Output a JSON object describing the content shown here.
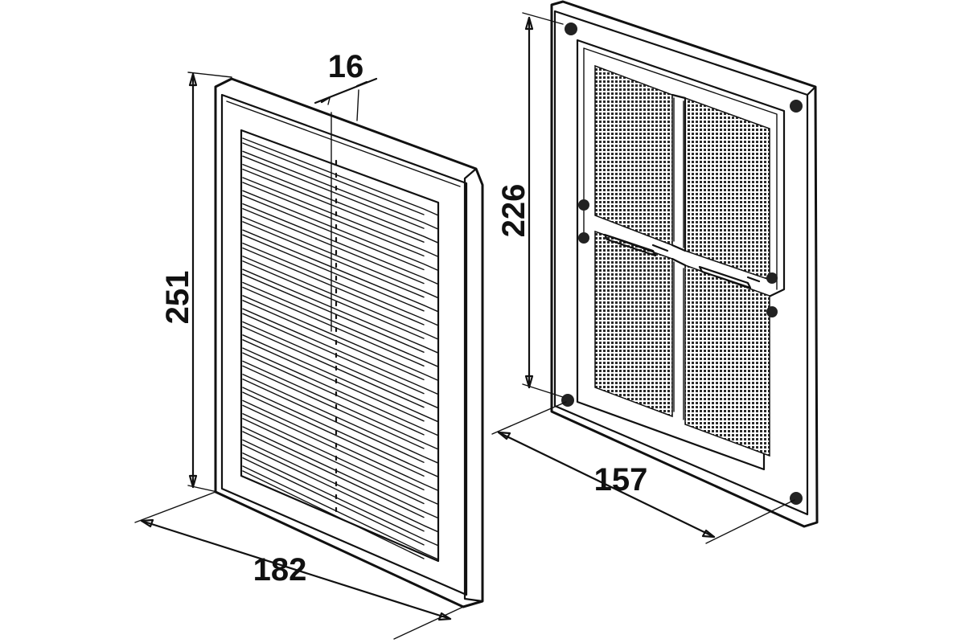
{
  "dimensions": {
    "overall_height": "251",
    "overall_width": "182",
    "depth": "16",
    "inner_height": "226",
    "inner_width": "157"
  }
}
